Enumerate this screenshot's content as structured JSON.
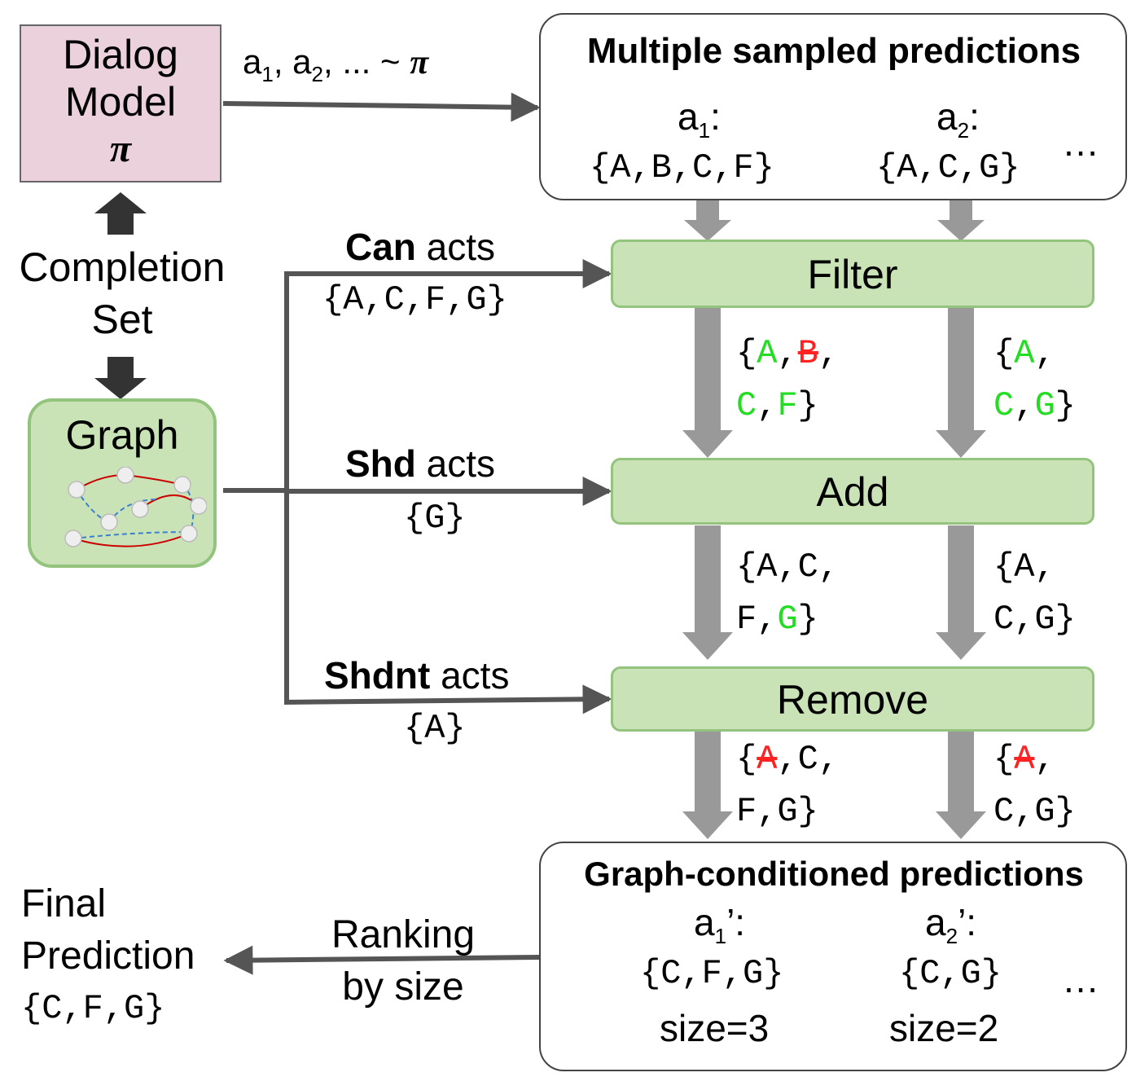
{
  "dialog_model": {
    "line1": "Dialog",
    "line2": "Model",
    "symbol": "π"
  },
  "sample_label": {
    "text": "a",
    "sub1": "1",
    "sep1": ", a",
    "sub2": "2",
    "rest": ", ... ~ ",
    "symbol": "π"
  },
  "completion_set": {
    "line1": "Completion",
    "line2": "Set"
  },
  "graph": {
    "title": "Graph"
  },
  "sampled": {
    "title": "Multiple sampled predictions",
    "a1": {
      "name": "a",
      "sub": "1",
      "colon": ":",
      "set": "{A,B,C,F}"
    },
    "a2": {
      "name": "a",
      "sub": "2",
      "colon": ":",
      "set": "{A,C,G}"
    },
    "ellipsis": "…"
  },
  "can_acts": {
    "bold": "Can",
    "rest": " acts",
    "set": "{A,C,F,G}"
  },
  "shd_acts": {
    "bold": "Shd",
    "rest": " acts",
    "set": "{G}"
  },
  "shdnt_acts": {
    "bold": "Shdnt",
    "rest": " acts",
    "set": "{A}"
  },
  "steps": {
    "filter": "Filter",
    "add": "Add",
    "remove": "Remove"
  },
  "after_filter": {
    "left_l1": [
      "{",
      "A",
      ",",
      "B",
      ","
    ],
    "left_l2": [
      "C",
      ",",
      "F",
      "}"
    ],
    "right_l1": [
      "{",
      "A",
      ","
    ],
    "right_l2": [
      "C",
      ",",
      "G",
      "}"
    ]
  },
  "after_add": {
    "left_l1": "{A,C,",
    "left_l2": [
      "F,",
      "G",
      "}"
    ],
    "right_l1": "{A,",
    "right_l2": "C,G}"
  },
  "after_remove": {
    "left_l1": [
      "{",
      "A",
      ",C,"
    ],
    "left_l2": "F,G}",
    "right_l1": [
      "{",
      "A",
      ","
    ],
    "right_l2": "C,G}"
  },
  "conditioned": {
    "title": "Graph-conditioned predictions",
    "a1": {
      "name": "a",
      "sub": "1",
      "colon": "’:",
      "set": "{C,F,G}",
      "size": "size=3"
    },
    "a2": {
      "name": "a",
      "sub": "2",
      "colon": "’:",
      "set": "{C,G}",
      "size": "size=2"
    },
    "ellipsis": "…"
  },
  "ranking": {
    "line1": "Ranking",
    "line2": "by size"
  },
  "final": {
    "line1": "Final",
    "line2": "Prediction",
    "set": "{C,F,G}"
  }
}
